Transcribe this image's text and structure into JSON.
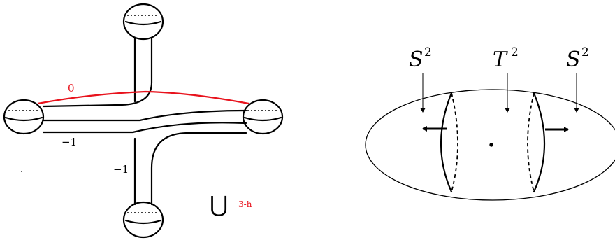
{
  "left_figure": {
    "framing_label": "0",
    "lower_left_label": "−1",
    "vertical_label": "−1",
    "union_symbol": "⋃",
    "handle_label": "3-h",
    "framing_color": "#e8121c"
  },
  "right_figure": {
    "left_sphere_label": "S",
    "left_sphere_exp": "2",
    "torus_label": "T",
    "torus_exp": "2",
    "right_sphere_label": "S",
    "right_sphere_exp": "2"
  }
}
